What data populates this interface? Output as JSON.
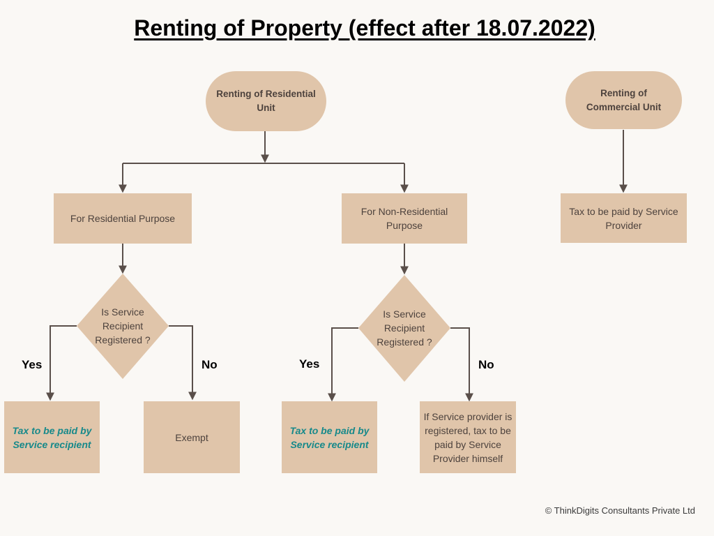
{
  "title": "Renting of Property (effect after 18.07.2022)",
  "nodes": {
    "residential_unit": "Renting of Residential Unit",
    "commercial_unit": "Renting of Commercial Unit",
    "residential_purpose": "For Residential Purpose",
    "non_residential_purpose": "For Non-Residential Purpose",
    "commercial_tax": "Tax to be paid by Service Provider",
    "decision_1": "Is Service Recipient Registered ?",
    "decision_2": "Is Service Recipient Registered ?",
    "res_yes_result": "Tax to be paid by Service recipient",
    "res_no_result": "Exempt",
    "nonres_yes_result": "Tax to be paid by Service recipient",
    "nonres_no_result": "If Service provider is registered, tax to be paid by Service Provider himself"
  },
  "edge_labels": {
    "yes_1": "Yes",
    "no_1": "No",
    "yes_2": "Yes",
    "no_2": "No"
  },
  "footer": "© ThinkDigits Consultants Private Ltd",
  "colors": {
    "background": "#FAF8F5",
    "node_fill": "#E0C5AA",
    "connector": "#5a4f4a",
    "highlight_text": "#17898a"
  }
}
